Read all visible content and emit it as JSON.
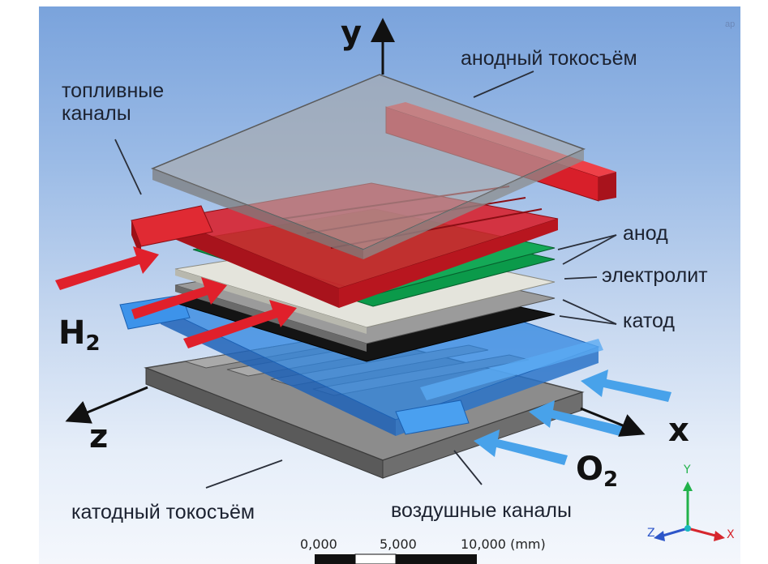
{
  "labels": {
    "anode_collector": "анодный токосъём",
    "fuel_channels": "топливные\nканалы",
    "anode": "анод",
    "electrolyte": "электролит",
    "cathode": "катод",
    "cathode_collector": "катодный токосъём",
    "air_channels": "воздушные каналы"
  },
  "axes": {
    "y": "y",
    "x": "x",
    "z": "z"
  },
  "gases": {
    "h": "H",
    "h_sub": "2",
    "o": "O",
    "o_sub": "2"
  },
  "triad": {
    "y": "Y",
    "x": "X",
    "z": "Z"
  },
  "scale": {
    "v0": "0,000",
    "v1": "5,000",
    "v2": "10,000 (mm)"
  },
  "corner_tag": "ap",
  "colors": {
    "fuel": "#d81f2a",
    "air": "#2f86e0",
    "anode": "#0b9a4a",
    "electrolyte": "#e2e2dc",
    "cathode": "#1a1a1a",
    "collector": "#7a7a7a"
  }
}
